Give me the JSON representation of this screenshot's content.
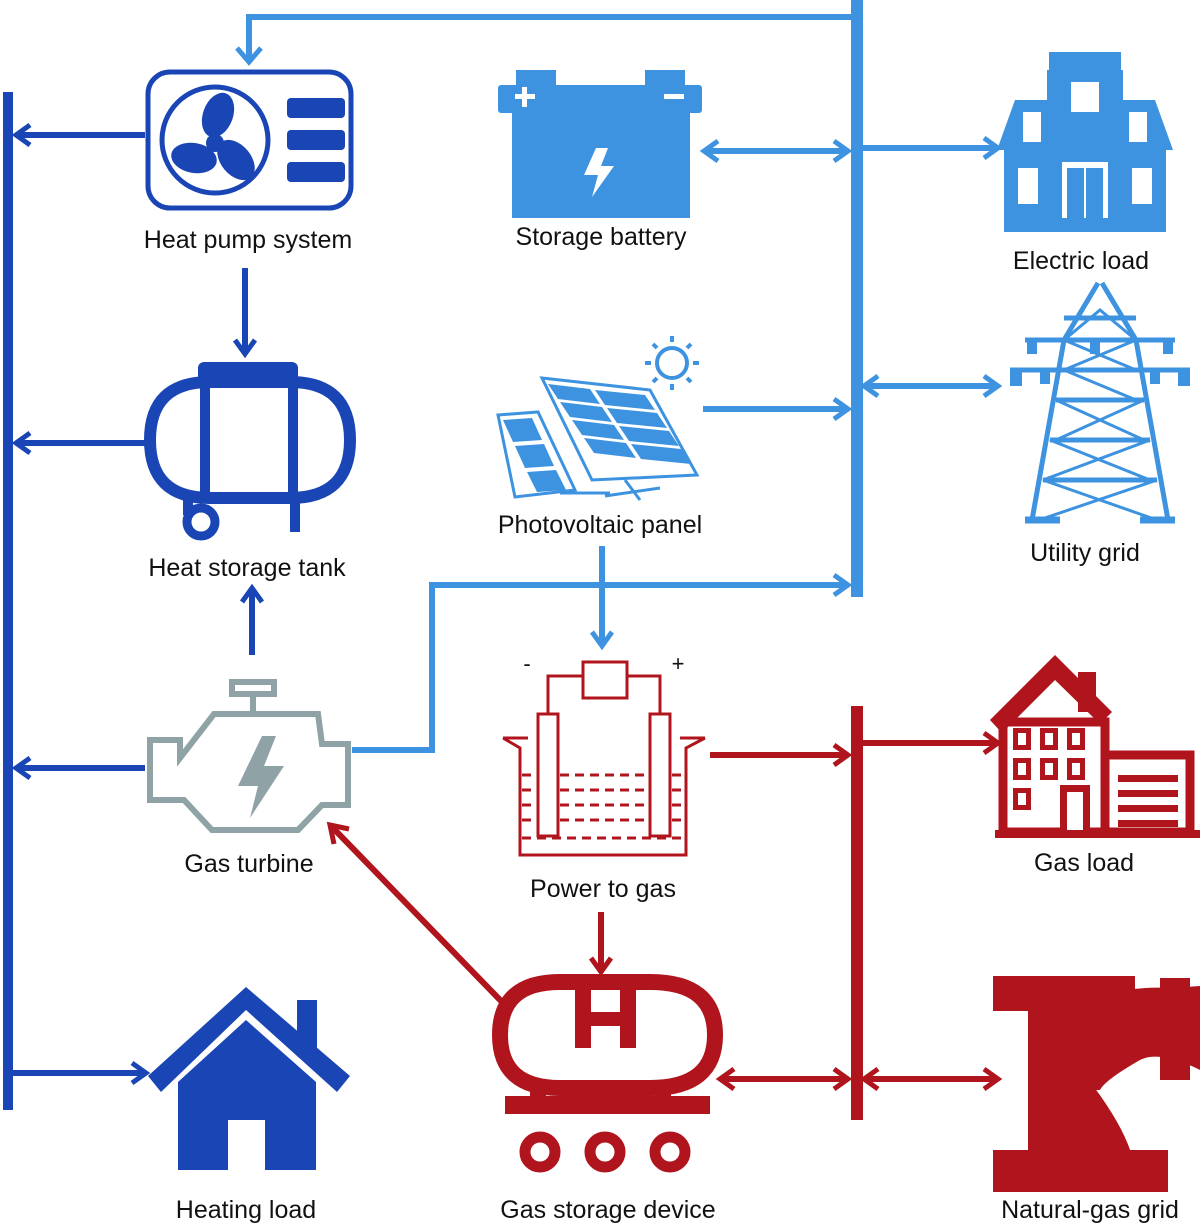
{
  "colors": {
    "heat": "#1a45b5",
    "electric": "#3d93e0",
    "gas": "#b0141c",
    "turbine": "#8fa3a6"
  },
  "nodes": {
    "heat_pump": {
      "label": "Heat pump system",
      "icon": "heat-pump-icon"
    },
    "storage_battery": {
      "label": "Storage battery",
      "icon": "battery-icon"
    },
    "electric_load": {
      "label": "Electric load",
      "icon": "building-icon"
    },
    "heat_storage_tank": {
      "label": "Heat storage tank",
      "icon": "tank-icon"
    },
    "photovoltaic_panel": {
      "label": "Photovoltaic panel",
      "icon": "solar-panel-icon"
    },
    "utility_grid": {
      "label": "Utility grid",
      "icon": "power-tower-icon"
    },
    "gas_turbine": {
      "label": "Gas turbine",
      "icon": "engine-icon"
    },
    "power_to_gas": {
      "label": "Power to gas",
      "icon": "electrolyzer-icon",
      "minus": "-",
      "plus": "+"
    },
    "gas_load": {
      "label": "Gas load",
      "icon": "house-garage-icon"
    },
    "heating_load": {
      "label": "Heating load",
      "icon": "home-icon"
    },
    "gas_storage_device": {
      "label": "Gas storage device",
      "icon": "gas-tank-cart-icon"
    },
    "natural_gas_grid": {
      "label": "Natural-gas grid",
      "icon": "pipe-icon"
    }
  }
}
